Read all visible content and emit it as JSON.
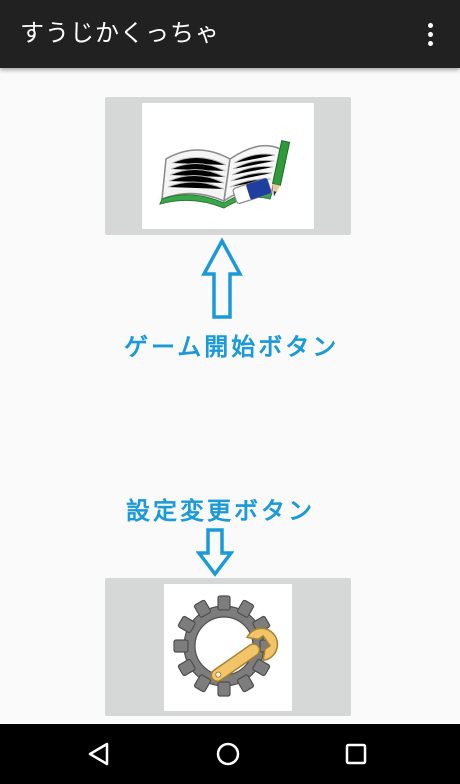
{
  "app_bar": {
    "title": "すうじかくっちゃ",
    "overflow_icon": "more-vert-icon"
  },
  "main": {
    "start_button": {
      "image": "notebook-pencil-eraser-icon"
    },
    "start_hint": {
      "label": "ゲーム開始ボタン",
      "arrow": "arrow-up-outline-icon"
    },
    "settings_hint": {
      "label": "設定変更ボタン",
      "arrow": "arrow-down-outline-icon"
    },
    "settings_button": {
      "image": "gear-wrench-icon"
    }
  },
  "nav_bar": {
    "back_icon": "back-triangle-icon",
    "home_icon": "home-circle-icon",
    "recents_icon": "recents-square-icon"
  },
  "colors": {
    "app_bar": "#212121",
    "background": "#fafafa",
    "button_frame": "#d6d7d7",
    "hint_blue": "#1a9ad8",
    "nav_bar": "#000000"
  }
}
